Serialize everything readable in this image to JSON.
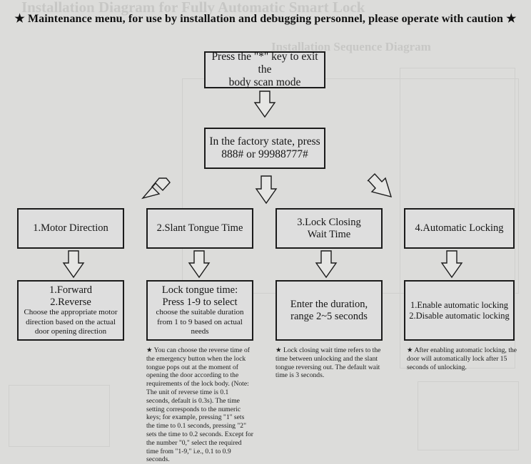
{
  "header": "★ Maintenance menu, for use by installation and debugging personnel, please operate with caution ★",
  "top_box": {
    "line1": "Press the \"*\" key to exit the",
    "line2": "body scan mode"
  },
  "factory_box": {
    "line1": "In the factory state, press",
    "line2": "888# or 99988777#"
  },
  "steps": [
    {
      "title": "1.Motor Direction"
    },
    {
      "title": "2.Slant Tongue Time"
    },
    {
      "title_line1": "3.Lock Closing",
      "title_line2": "Wait Time"
    },
    {
      "title": "4.Automatic Locking"
    }
  ],
  "details": [
    {
      "line1": "1.Forward",
      "line2": "2.Reverse",
      "desc": "Choose the appropriate motor direction based on the actual door opening direction"
    },
    {
      "line1": "Lock tongue time:",
      "line2": "Press 1-9 to select",
      "desc": "choose the suitable duration from 1 to 9 based on actual needs"
    },
    {
      "line1": "Enter the duration,",
      "line2": "range 2~5 seconds"
    },
    {
      "line1": "1.Enable automatic locking",
      "line2": "2.Disable automatic locking"
    }
  ],
  "notes": [
    "★ You can choose the reverse time of the emergency button when the lock tongue pops out at the moment of opening the door according to the requirements of the lock body. (Note: The unit of reverse time is 0.1 seconds, default is 0.3s). The time setting corresponds to the numeric keys; for example, pressing \"1\" sets the time to 0.1 seconds, pressing \"2\" sets the time to 0.2 seconds. Except for the number \"0,\" select the required time from \"1-9,\" i.e., 0.1 to 0.9 seconds.",
    "★ Lock closing wait time refers to the time between unlocking and the slant tongue reversing out. The default wait time is 3 seconds.",
    "★ After enabling automatic locking, the door will automatically lock after 15 seconds of unlocking."
  ],
  "background": {
    "title": "Installation Diagram for Fully Automatic Smart Lock",
    "subtitle": "Installation Sequence Diagram"
  }
}
